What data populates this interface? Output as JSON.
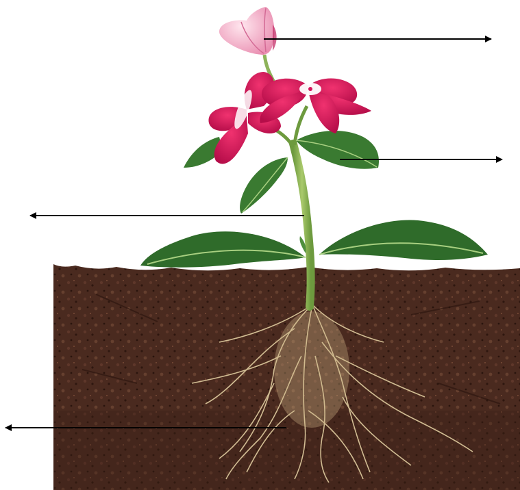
{
  "diagram": {
    "type": "plant-parts-labeling",
    "background": "#ffffff",
    "colors": {
      "soil_dark": "#3a2016",
      "soil_mid": "#5a3427",
      "soil_light": "#7a4a3a",
      "root": "#d9c59a",
      "stem": "#7fa84a",
      "leaf": "#2f6b2a",
      "leaf_light": "#4f8f3e",
      "flower_magenta": "#d4145a",
      "flower_pink": "#f2b3cc",
      "flower_eye": "#ffffff",
      "arrow": "#000000"
    },
    "pointers": [
      {
        "id": "flower",
        "direction": "right"
      },
      {
        "id": "leaf",
        "direction": "right"
      },
      {
        "id": "stem",
        "direction": "left"
      },
      {
        "id": "root",
        "direction": "left"
      }
    ]
  }
}
